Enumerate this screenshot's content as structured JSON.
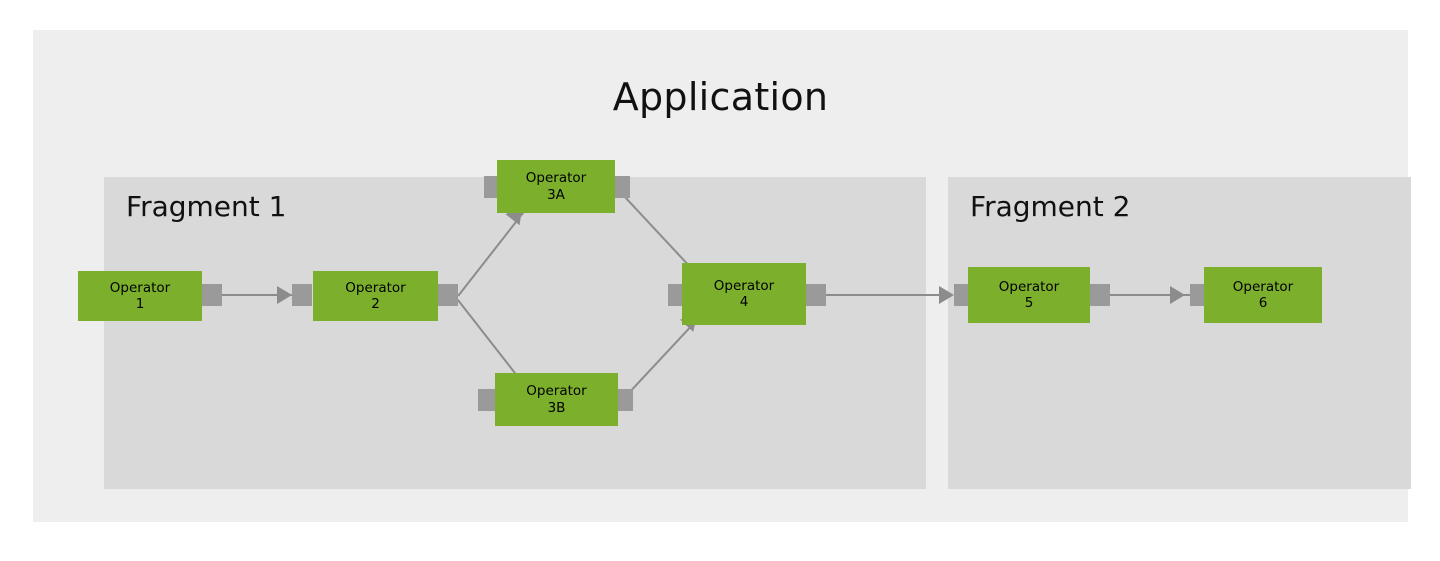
{
  "diagram": {
    "title": "Application",
    "background_color": "#eeeeee",
    "page_background": "#ffffff",
    "operator_color": "#7cb02c",
    "fragment_color": "#d9d9d9",
    "connector_color": "#8c8c8c",
    "port_color": "#9a9a9a"
  },
  "fragments": [
    {
      "label": "Fragment 1"
    },
    {
      "label": "Fragment 2"
    }
  ],
  "operators": [
    {
      "name": "Operator",
      "id": "1"
    },
    {
      "name": "Operator",
      "id": "2"
    },
    {
      "name": "Operator",
      "id": "3A"
    },
    {
      "name": "Operator",
      "id": "3B"
    },
    {
      "name": "Operator",
      "id": "4"
    },
    {
      "name": "Operator",
      "id": "5"
    },
    {
      "name": "Operator",
      "id": "6"
    }
  ],
  "edges": [
    {
      "from": "1",
      "to": "2"
    },
    {
      "from": "2",
      "to": "3A"
    },
    {
      "from": "2",
      "to": "3B"
    },
    {
      "from": "3A",
      "to": "4"
    },
    {
      "from": "3B",
      "to": "4"
    },
    {
      "from": "4",
      "to": "5"
    },
    {
      "from": "5",
      "to": "6"
    }
  ]
}
